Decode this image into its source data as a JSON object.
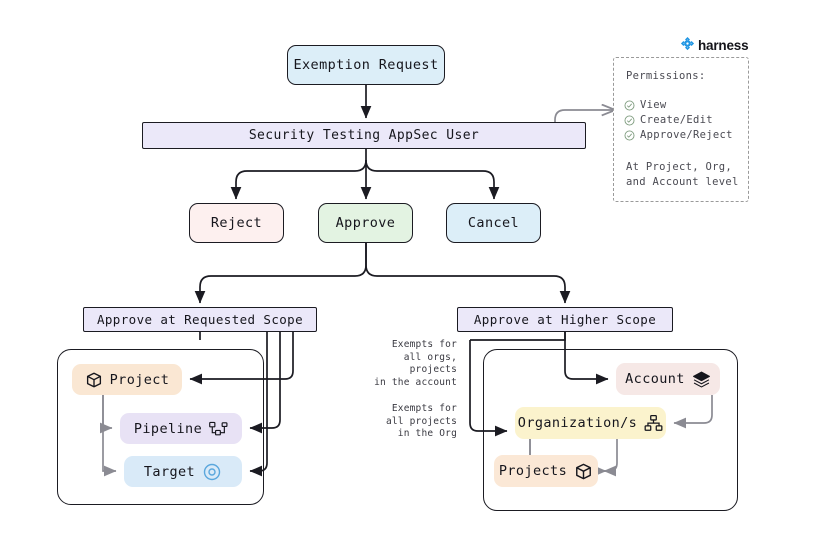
{
  "brand": {
    "name": "harness",
    "logo_icon": "harness-diamond-icon",
    "accent": "#2196e3"
  },
  "flow": {
    "start": {
      "label": "Exemption Request",
      "color": "#dceef8"
    },
    "actor": {
      "label": "Security Testing AppSec User",
      "color": "#ebe8f9"
    },
    "actions": [
      {
        "label": "Reject",
        "color": "#fdf0ef"
      },
      {
        "label": "Approve",
        "color": "#e3f3e2"
      },
      {
        "label": "Cancel",
        "color": "#dceef8"
      }
    ],
    "scopes": [
      {
        "label": "Approve at Requested Scope",
        "color": "#ebe8f9"
      },
      {
        "label": "Approve at Higher Scope",
        "color": "#ebe8f9"
      }
    ]
  },
  "permissions": {
    "title": "Permissions:",
    "items": [
      {
        "label": "View",
        "icon": "check-circle-icon"
      },
      {
        "label": "Create/Edit",
        "icon": "check-circle-icon"
      },
      {
        "label": "Approve/Reject",
        "icon": "check-circle-icon"
      }
    ],
    "footer": "At Project, Org,\nand Account level"
  },
  "requested_scope": {
    "entities": [
      {
        "label": "Project",
        "icon": "cube-icon",
        "color": "#fae7d3"
      },
      {
        "label": "Pipeline",
        "icon": "pipeline-icon",
        "color": "#e8e2f5"
      },
      {
        "label": "Target",
        "icon": "target-icon",
        "color": "#d9eaf8"
      }
    ]
  },
  "higher_scope": {
    "entities": [
      {
        "label": "Account",
        "icon": "layers-icon",
        "color": "#f6e8e6"
      },
      {
        "label": "Organization/s",
        "icon": "hierarchy-icon",
        "color": "#fbf3cd"
      },
      {
        "label": "Projects",
        "icon": "cube-icon",
        "color": "#fbe8d6"
      }
    ],
    "annotations": [
      "Exempts for\nall orgs, projects\nin the account",
      "Exempts for\nall projects\nin the Org"
    ]
  }
}
